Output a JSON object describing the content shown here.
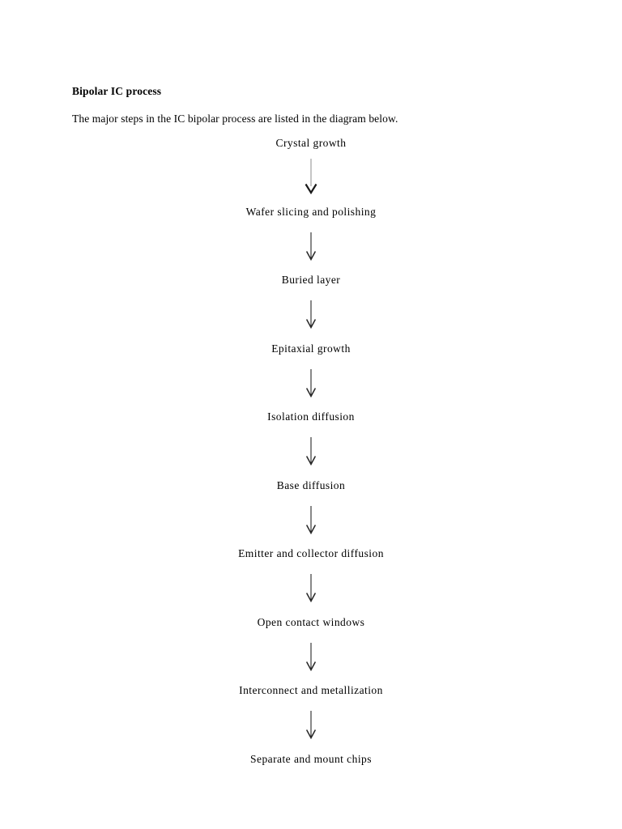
{
  "document": {
    "heading": "Bipolar IC process",
    "intro": "The major steps in the IC bipolar process are listed in the diagram below."
  },
  "colors": {
    "page_background": "#ffffff",
    "text": "#000000",
    "arrow_head": "#1a1a1a",
    "arrow_shaft_first": "#8c8c8c",
    "arrow_shaft": "#262626"
  },
  "flowchart": {
    "orientation": "vertical",
    "connector_icon": "down-arrow-icon",
    "steps": [
      {
        "label": "Crystal growth"
      },
      {
        "label": "Wafer slicing and polishing"
      },
      {
        "label": "Buried layer"
      },
      {
        "label": "Epitaxial growth"
      },
      {
        "label": "Isolation diffusion"
      },
      {
        "label": "Base diffusion"
      },
      {
        "label": "Emitter and collector diffusion"
      },
      {
        "label": "Open contact windows"
      },
      {
        "label": "Interconnect and metallization"
      },
      {
        "label": "Separate and mount chips"
      }
    ]
  }
}
